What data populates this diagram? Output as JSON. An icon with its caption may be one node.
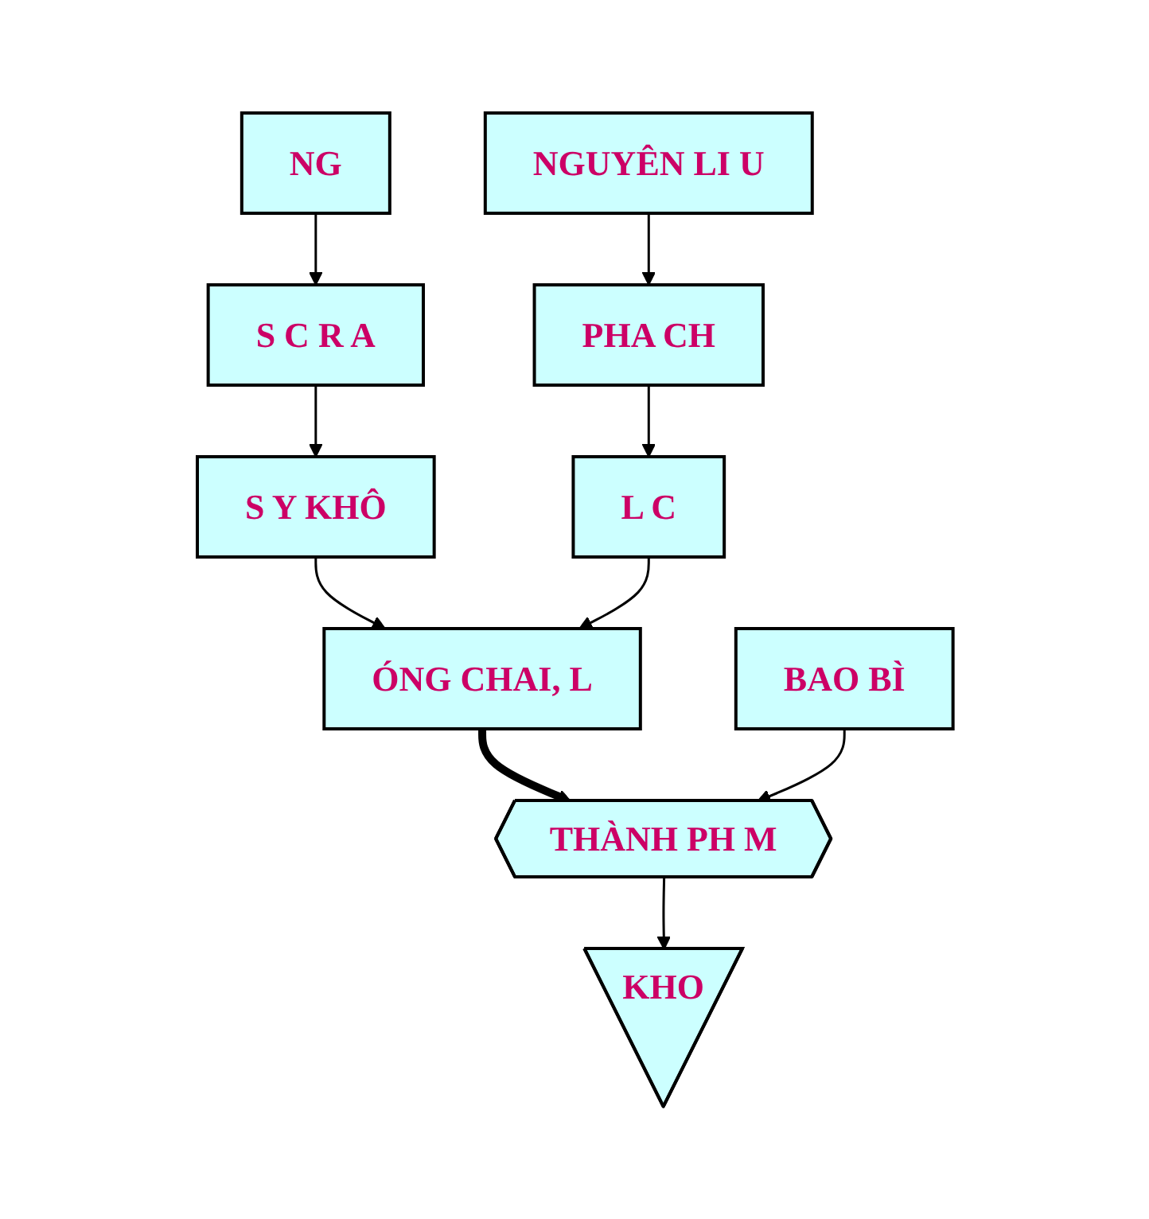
{
  "diagram": {
    "nodes": [
      {
        "text": [
          "NG"
        ]
      },
      {
        "text": [
          "S C R A"
        ]
      },
      {
        "text": [
          "S Y KHÔ"
        ]
      },
      {
        "text": [
          "NGUYÊN LI U"
        ]
      },
      {
        "text": [
          "PHA CH"
        ]
      },
      {
        "text": [
          "L C"
        ]
      },
      {
        "text": [
          "ÓNG CHAI, L"
        ]
      },
      {
        "text": [
          "BAO BÌ"
        ]
      },
      {
        "text": [
          "THÀNH PH M"
        ]
      },
      {
        "text": [
          "KHO"
        ]
      }
    ],
    "edges": [
      {
        "from": 0,
        "to": 1,
        "arrow": "to"
      },
      {
        "from": 1,
        "to": 2,
        "arrow": "to"
      },
      {
        "from": 3,
        "to": 4,
        "arrow": "to"
      },
      {
        "from": 4,
        "to": 5,
        "arrow": "to"
      },
      {
        "from": 2,
        "to": 6,
        "arrow": "to"
      },
      {
        "from": 5,
        "to": 6,
        "arrow": "to"
      },
      {
        "from": 6,
        "to": 8,
        "arrow": "to",
        "style": "thick"
      },
      {
        "from": 7,
        "to": 8,
        "arrow": "to"
      },
      {
        "from": 8,
        "to": 9,
        "arrow": "to"
      }
    ]
  }
}
